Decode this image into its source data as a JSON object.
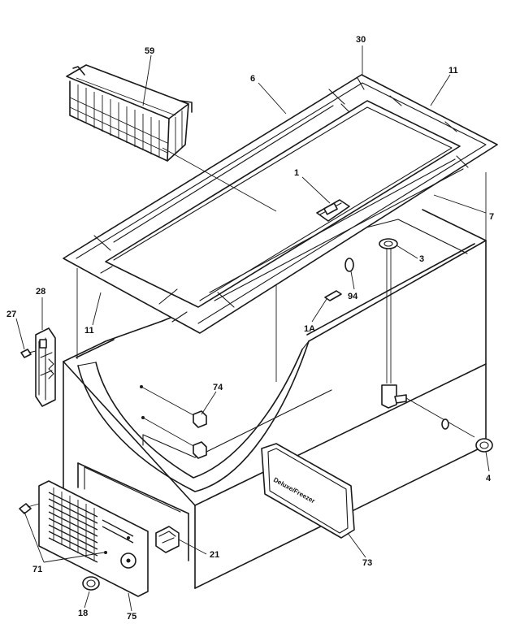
{
  "diagram": {
    "callouts": {
      "c59": "59",
      "c30": "30",
      "c6": "6",
      "c11_top": "11",
      "c1": "1",
      "c7": "7",
      "c3": "3",
      "c94": "94",
      "c1A": "1A",
      "c28": "28",
      "c27": "27",
      "c11_left": "11",
      "c74": "74",
      "c4": "4",
      "c21": "21",
      "c73": "73",
      "c71": "71",
      "c18": "18",
      "c75": "75"
    },
    "nameplate_text": "Deluxe/Freezer"
  }
}
